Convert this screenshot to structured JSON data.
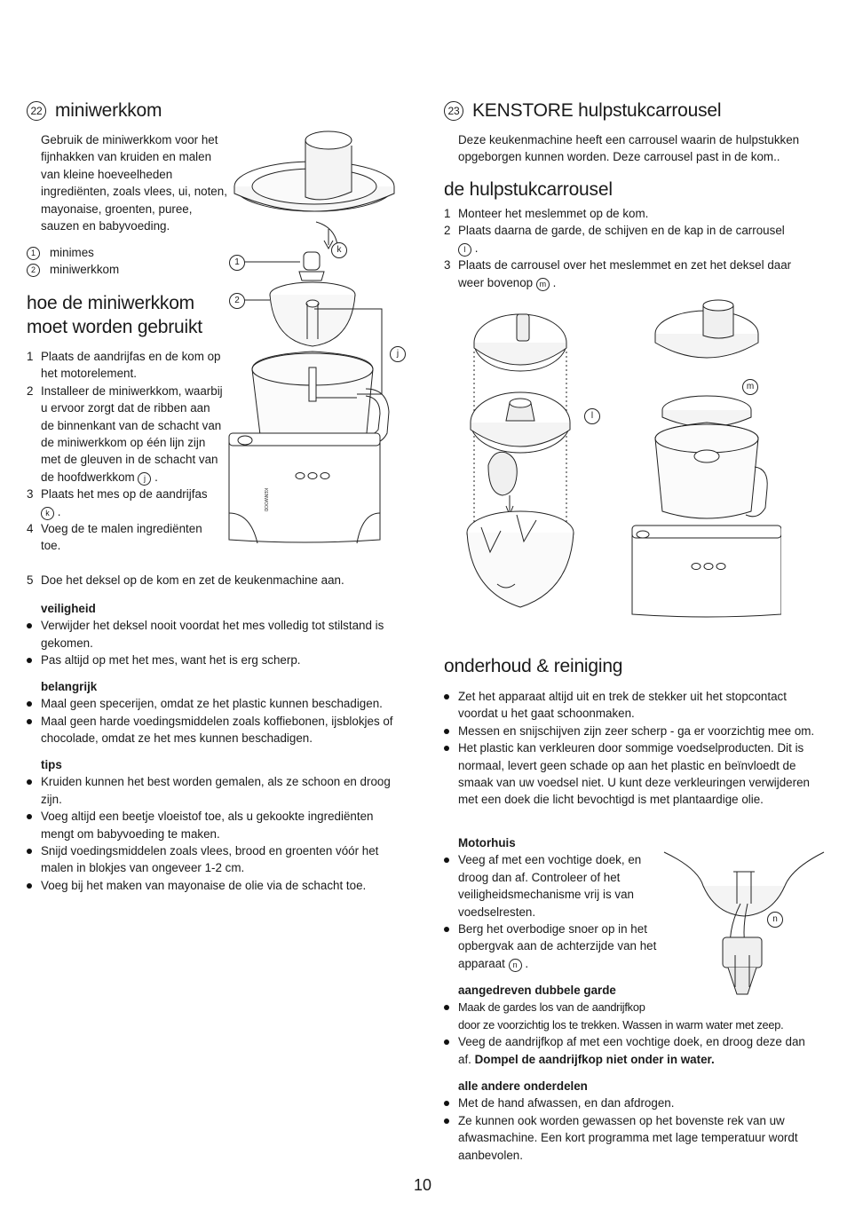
{
  "left": {
    "section_num": "22",
    "section_title": "miniwerkkom",
    "intro": "Gebruik de miniwerkkom voor het fijnhakken van kruiden en malen van kleine hoeveelheden ingrediënten, zoals vlees, ui, noten, mayonaise, groenten, puree, sauzen en babyvoeding.",
    "legend": [
      {
        "num": "1",
        "label": "minimes"
      },
      {
        "num": "2",
        "label": "miniwerkkom"
      }
    ],
    "howto_title_1": "hoe de miniwerkkom",
    "howto_title_2": "moet worden gebruikt",
    "steps": [
      {
        "n": "1",
        "text": "Plaats de aandrijfas en de kom op het motorelement."
      },
      {
        "n": "2",
        "text_a": "Installeer de miniwerkkom, waarbij u ervoor zorgt dat de ribben aan de binnenkant van de schacht van de miniwerkkom op één lijn zijn met de gleuven in de schacht van de hoofdwerkkom",
        "ref": "j",
        "text_b": "."
      },
      {
        "n": "3",
        "text_a": "Plaats het mes op de aandrijfas",
        "ref": "k",
        "text_b": "."
      },
      {
        "n": "4",
        "text": "Voeg de te malen ingrediënten toe."
      },
      {
        "n": "5",
        "text": "Doe het deksel op de kom en zet de keukenmachine aan."
      }
    ],
    "safety_title": "veiligheid",
    "safety": [
      "Verwijder het deksel nooit voordat het mes volledig tot stilstand is gekomen.",
      "Pas altijd op met het mes, want het is erg scherp."
    ],
    "important_title": "belangrijk",
    "important": [
      "Maal geen specerijen, omdat ze het plastic kunnen beschadigen.",
      "Maal geen harde voedingsmiddelen zoals koffiebonen, ijsblokjes of chocolade, omdat ze het mes kunnen beschadigen."
    ],
    "tips_title": "tips",
    "tips": [
      "Kruiden kunnen het best worden gemalen, als ze schoon en droog zijn.",
      "Voeg altijd een beetje vloeistof toe, als u gekookte ingrediënten mengt om babyvoeding te maken.",
      "Snijd voedingsmiddelen zoals vlees, brood en groenten vóór het malen in blokjes van ongeveer 1-2 cm.",
      "Voeg bij het maken van mayonaise de olie via de schacht toe."
    ],
    "figure_callouts": {
      "k": "k",
      "one": "1",
      "two": "2",
      "j": "j"
    },
    "brand": "KENWOOD"
  },
  "right": {
    "section_num": "23",
    "section_title": "KENSTORE hulpstukcarrousel",
    "intro": "Deze keukenmachine heeft een carrousel waarin de hulpstukken opgeborgen kunnen worden. Deze carrousel past in de kom..",
    "carousel_title": "de hulpstukcarrousel",
    "steps": [
      {
        "n": "1",
        "text": "Monteer het meslemmet op de kom."
      },
      {
        "n": "2",
        "text_a": "Plaats daarna de garde, de schijven en de kap in de carrousel",
        "ref": "l",
        "text_b": "."
      },
      {
        "n": "3",
        "text_a": "Plaats de carrousel over het meslemmet en zet het deksel daar weer bovenop",
        "ref": "m",
        "text_b": "."
      }
    ],
    "figure_callouts": {
      "l": "l",
      "m": "m",
      "n": "n"
    },
    "maintenance_title": "onderhoud & reiniging",
    "maintenance": [
      "Zet het apparaat altijd uit en trek de stekker uit het stopcontact voordat u het gaat schoonmaken.",
      "Messen en snijschijven zijn zeer scherp - ga er voorzichtig mee om.",
      "Het plastic kan verkleuren door sommige voedselproducten. Dit is normaal, levert geen schade op aan het plastic en beïnvloedt de smaak van uw voedsel niet. U kunt deze verkleuringen verwijderen met een doek die licht bevochtigd is met plantaardige olie."
    ],
    "motor_title": "Motorhuis",
    "motor": [
      {
        "text": "Veeg af met een vochtige doek, en droog dan af. Controleer of het veiligheidsmechanisme vrij is van voedselresten."
      },
      {
        "text_a": "Berg het overbodige snoer op in het opbergvak aan de achterzijde van het apparaat",
        "ref": "n",
        "text_b": "."
      }
    ],
    "whisk_title": "aangedreven dubbele garde",
    "whisk_1a": "Maak de gardes los van de aandrijfkop",
    "whisk_1b": "door ze voorzichtig los te trekken. Wassen in warm water met zeep.",
    "whisk_2a": "Veeg de aandrijfkop af met een vochtige doek, en droog deze dan af.",
    "whisk_2b": "Dompel de aandrijfkop niet onder in water.",
    "other_title": "alle andere onderdelen",
    "other": [
      "Met de hand afwassen, en dan afdrogen.",
      "Ze kunnen ook worden gewassen op het bovenste rek van uw afwasmachine. Een kort programma met lage temperatuur wordt aanbevolen."
    ]
  },
  "page_number": "10"
}
